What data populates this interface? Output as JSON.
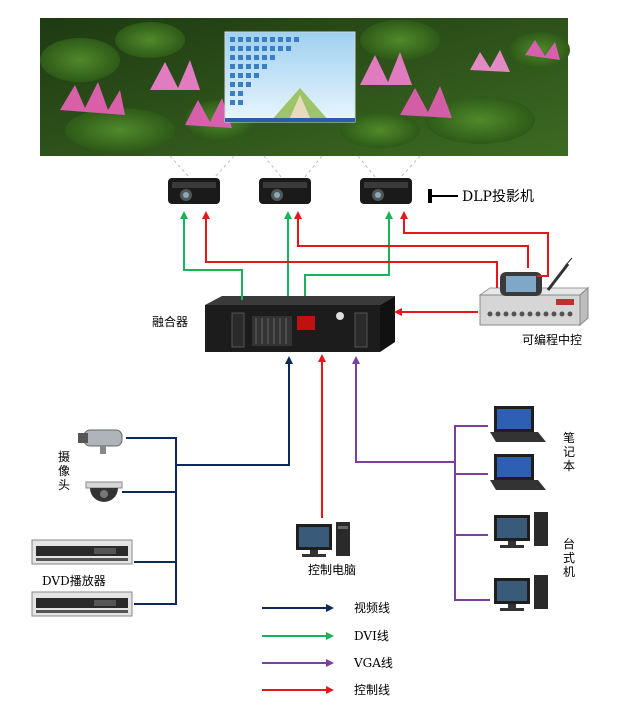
{
  "labels": {
    "fusion": "融合器",
    "central_control": "可编程中控",
    "projector": "DLP投影机",
    "camera_a": "摄",
    "camera_b": "像",
    "camera_c": "头",
    "dvd": "DVD播放器",
    "control_pc": "控制电脑",
    "laptop_a": "笔",
    "laptop_b": "记",
    "laptop_c": "本",
    "desktop_a": "台",
    "desktop_b": "式",
    "desktop_c": "机"
  },
  "legend": [
    {
      "label": "视频线",
      "color": "#0c2b5c"
    },
    {
      "label": "DVI线",
      "color": "#1bb35a"
    },
    {
      "label": "VGA线",
      "color": "#7b3fa0"
    },
    {
      "label": "控制线",
      "color": "#e8161b"
    }
  ],
  "colors": {
    "video": "#0c2b5c",
    "dvi": "#1bb35a",
    "vga": "#7b3fa0",
    "control": "#e8161b"
  },
  "icons": {
    "projectors": "projector-icon",
    "fusion": "server-icon",
    "control": "controller-icon",
    "camera": "camera-icon",
    "dvd": "dvd-player-icon",
    "pc": "desktop-icon",
    "laptop": "laptop-icon"
  }
}
